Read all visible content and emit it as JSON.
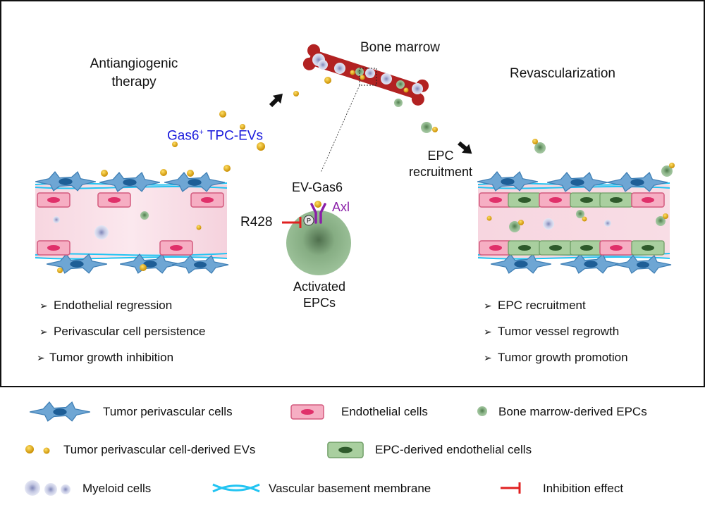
{
  "main": {
    "left_title": [
      "Antiangiogenic",
      "therapy"
    ],
    "center_title": "Bone marrow",
    "right_title": "Revascularization",
    "ev_label": {
      "prefix": "Gas6",
      "sup": "+",
      "suffix": " TPC-EVs"
    },
    "epc_recruitment_label": [
      "EPC",
      "recruitment"
    ],
    "ev_gas6_label": "EV-Gas6",
    "axl_label": "Axl",
    "r428_label": "R428",
    "phospho_label": "P",
    "activated_label": [
      "Activated",
      "EPCs"
    ],
    "left_bullets": [
      "Endothelial regression",
      "Perivascular cell persistence",
      "Tumor growth inhibition"
    ],
    "right_bullets": [
      "EPC recruitment",
      "Tumor vessel regrowth",
      "Tumor growth promotion"
    ],
    "bullet_marker": "➢"
  },
  "legend": {
    "perivascular": "Tumor perivascular cells",
    "endothelial": "Endothelial cells",
    "bm_epcs": "Bone marrow-derived EPCs",
    "tpc_evs": "Tumor perivascular cell-derived EVs",
    "epc_endothelial": "EPC-derived endothelial cells",
    "myeloid": "Myeloid cells",
    "basement": "Vascular basement membrane",
    "inhibition": "Inhibition effect"
  },
  "colors": {
    "bone": "#b22222",
    "ev_dot": "#e0a800",
    "epc": "#8db88a",
    "endothelial": "#f4a8bf",
    "perivascular": "#4f92c8",
    "basement": "#22c4f2",
    "inhibition": "#e02020",
    "axl": "#8a1fa8",
    "ev_text": "#1a1adc"
  }
}
